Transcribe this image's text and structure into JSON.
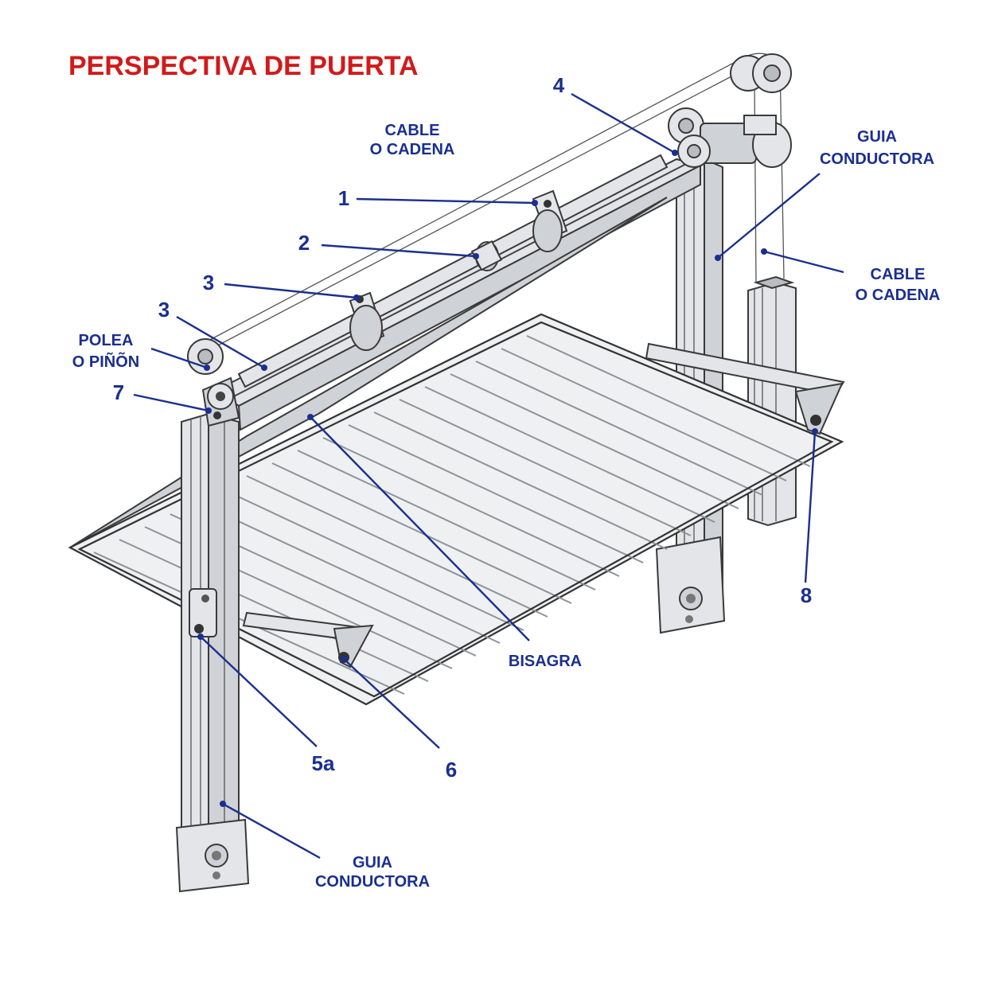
{
  "diagram": {
    "title": "PERSPECTIVA DE PUERTA",
    "labels": {
      "cable_top_l1": "CABLE",
      "cable_top_l2": "O CADENA",
      "guia_top_l1": "GUIA",
      "guia_top_l2": "CONDUCTORA",
      "cable_right_l1": "CABLE",
      "cable_right_l2": "O CADENA",
      "polea_l1": "POLEA",
      "polea_l2": "O PIÑÕN",
      "bisagra": "BISAGRA",
      "guia_bottom_l1": "GUIA",
      "guia_bottom_l2": "CONDUCTORA"
    },
    "numbers": {
      "n1": "1",
      "n2": "2",
      "n3a": "3",
      "n3b": "3",
      "n4": "4",
      "n5a": "5a",
      "n6": "6",
      "n7": "7",
      "n8": "8"
    },
    "colors": {
      "title": "#d11a1a",
      "labels": "#1a2f8f",
      "structure": "#e3e5e8"
    }
  }
}
